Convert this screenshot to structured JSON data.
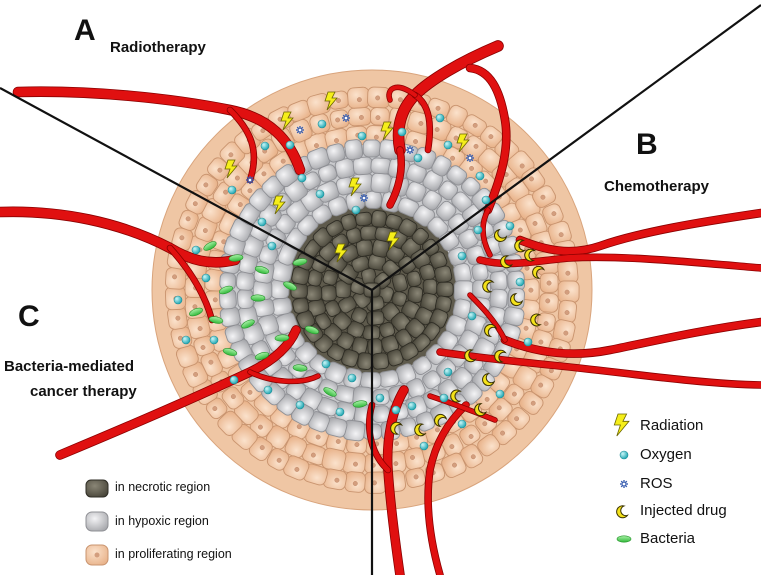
{
  "panels": {
    "a": {
      "letter": "A",
      "title": "Radiotherapy"
    },
    "b": {
      "letter": "B",
      "title": "Chemotherapy"
    },
    "c": {
      "letter": "C",
      "title_line1": "Bacteria-mediated",
      "title_line2": "cancer therapy"
    }
  },
  "legend_right": {
    "radiation": "Radiation",
    "oxygen": "Oxygen",
    "ros": "ROS",
    "drug": "Injected drug",
    "bacteria": "Bacteria"
  },
  "legend_left": {
    "necrotic": "in necrotic region",
    "hypoxic": "in hypoxic region",
    "proliferating": "in proliferating region"
  },
  "colors": {
    "necrotic": "#5e5a4c",
    "hypoxic": "#c8c9cc",
    "proliferating": "#efc6a4",
    "vessel": "#e01010",
    "oxygen": "#3cc4cc",
    "bacteria": "#44d44a",
    "radiation": "#f5ee1a",
    "ros": "#3a5fb0"
  }
}
